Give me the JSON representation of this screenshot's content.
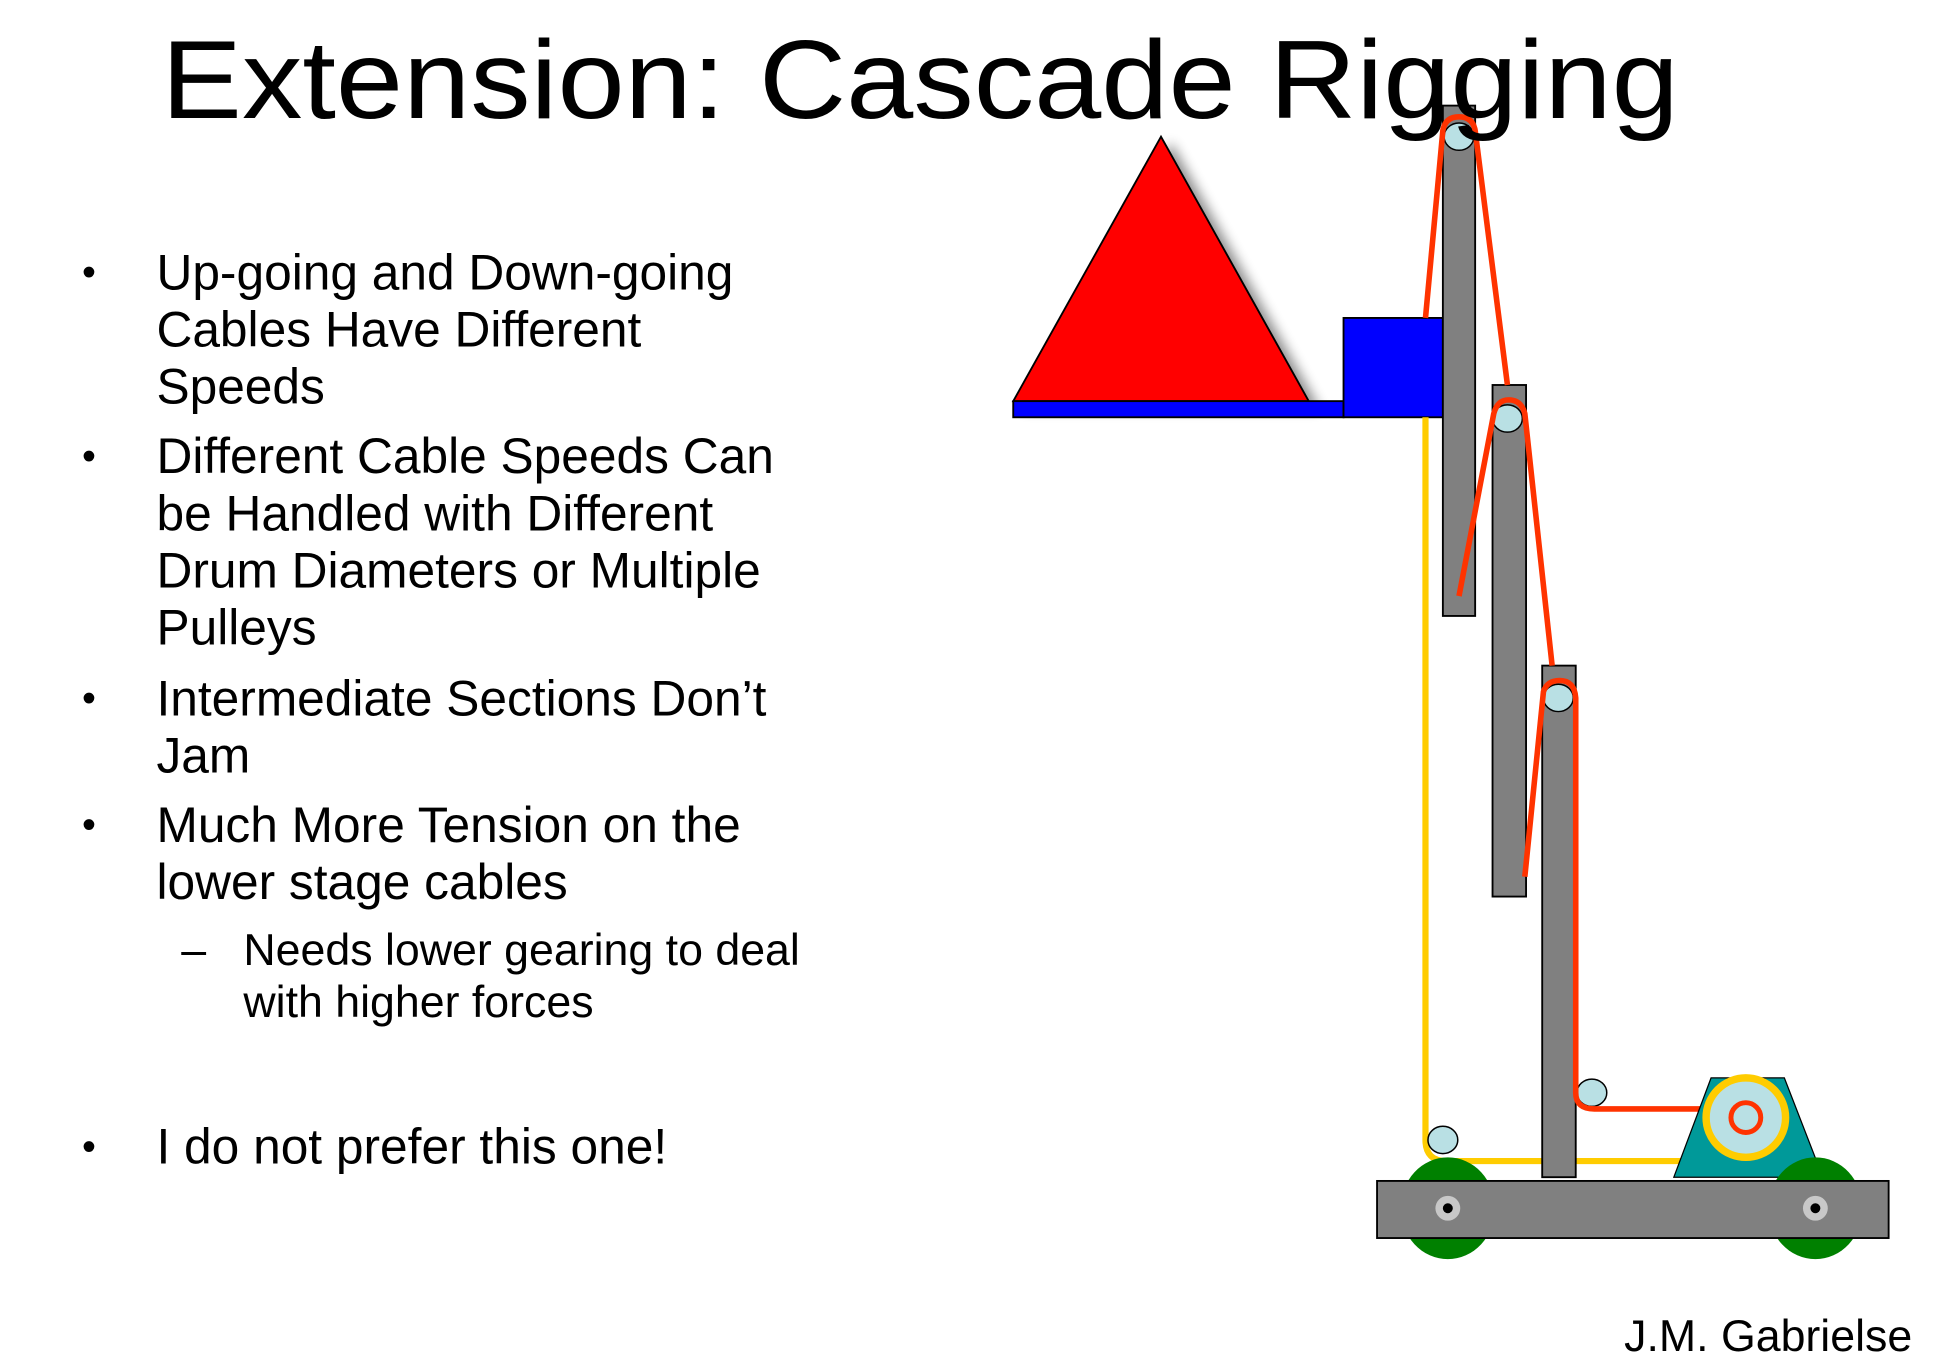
{
  "slide": {
    "title": "Extension: Cascade Rigging",
    "bullets": [
      {
        "lines": [
          "Up-going and Down-going",
          "Cables Have Different",
          "Speeds"
        ]
      },
      {
        "lines": [
          "Different Cable Speeds Can",
          "be Handled with Different",
          "Drum Diameters or Multiple",
          "Pulleys"
        ]
      },
      {
        "lines": [
          "Intermediate Sections Don’t",
          "Jam"
        ]
      },
      {
        "lines": [
          "Much More Tension on the",
          "lower stage cables"
        ]
      },
      {
        "lines": [
          "I do not prefer this one!"
        ]
      }
    ],
    "sub_bullet": {
      "lines": [
        "Needs lower gearing to deal",
        "with higher forces"
      ]
    },
    "bullet_glyph": "•",
    "dash_glyph": "–",
    "author": "J.M. Gabrielse"
  },
  "colors": {
    "cable_red": "#ff3300",
    "cable_yellow": "#ffcc00",
    "load": "#ff0000",
    "carriage": "#0000ff",
    "column": "#808080",
    "pulley": "#b9e0e4",
    "wheel": "#008000",
    "motor_mount": "#009999"
  }
}
